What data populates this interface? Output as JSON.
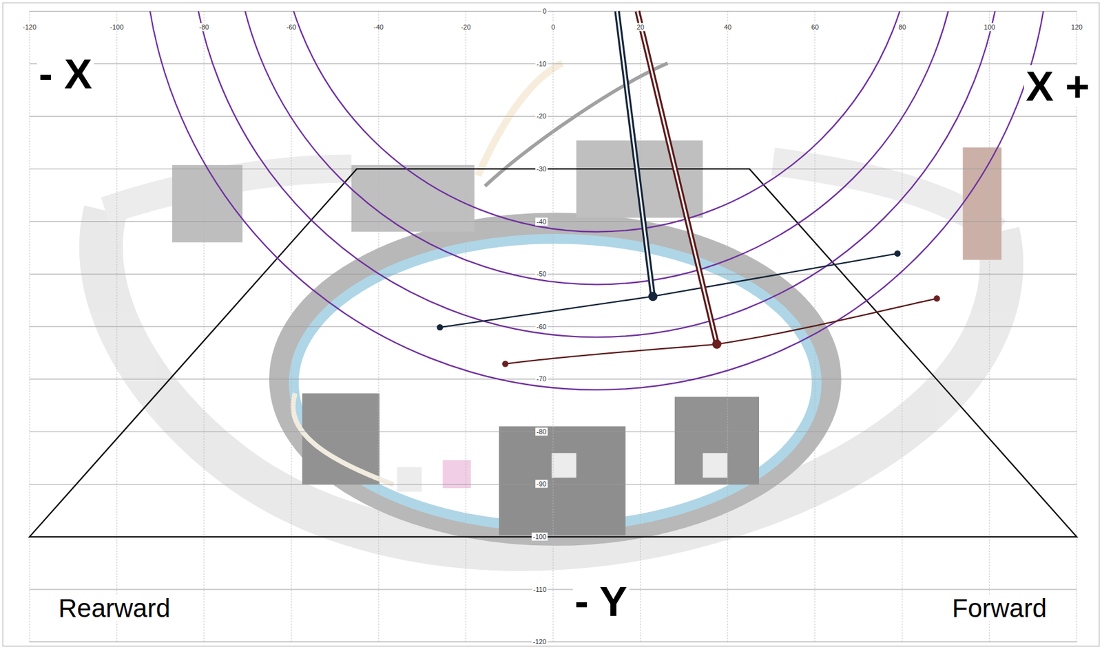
{
  "diagram": {
    "labels": [
      "-120",
      "-100",
      "-80",
      "-60",
      "-40",
      "-20",
      "0",
      "20",
      "40",
      "60",
      "80",
      "100",
      "120",
      "0",
      "-10",
      "-20",
      "-30",
      "-40",
      "-50",
      "-60",
      "-70",
      "-80",
      "-90",
      "-100",
      "-110",
      "-120",
      "- X",
      "X +",
      "- Y",
      "Rearward",
      "Forward"
    ]
  }
}
